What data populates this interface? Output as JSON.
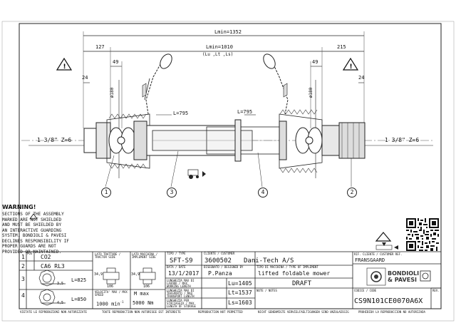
{
  "drawing": {
    "dims": {
      "overall": "Lmin=1352",
      "inner": "Lmin=1010",
      "inner_sub": "(Lu ,Lt ,Ls)",
      "left_end": "127",
      "right_end": "215",
      "left_49": "49",
      "right_49": "49",
      "left_24": "24",
      "right_24": "24",
      "left_tube": "L=795",
      "right_tube": "L=795",
      "left_180": "ø180",
      "right_180": "ø180",
      "left_spline": "1 3/8\" Z=6",
      "right_spline": "1 3/8\" Z=6"
    },
    "balloons": [
      "1",
      "3",
      "4",
      "2"
    ]
  },
  "warning": {
    "title": "WARNING!",
    "lines": [
      "SECTIONS OF THE ASSEMBLY",
      "MARKED    ARE NOT SHIELDED",
      "AND MUST BE SHIELDED BY",
      "AN INTERACTIVE GUARDING",
      "SYSTEM. BONDIOLI & PAVESI",
      "DECLINES RESPONSIBILITY IF",
      "PROPER GUARDS ARE NOT",
      "PROVIDED OR MAINTAINED."
    ]
  },
  "parts": {
    "pos_header": "POS",
    "code_header": "CODICE / CODE",
    "rows": [
      {
        "num": "1",
        "code": "CO2",
        "extra": ""
      },
      {
        "num": "2",
        "code": "CA6 RL3",
        "extra": ""
      },
      {
        "num": "3",
        "code": "",
        "extra": "L=825"
      },
      {
        "num": "4",
        "code": "",
        "extra": "L=850"
      }
    ],
    "dim_a": "3,5",
    "dim_b": "4,5"
  },
  "titleblock": {
    "lato_trattore_label": "LATO TRATTORE / TRACTOR SIDE",
    "lato_macchina_label": "LATO MACCHINA / IMPLEMENT SIDE",
    "w1": "34,9",
    "w2": "106",
    "w3": "34,9",
    "w4": "106",
    "speed_label": "VELOCITA' MAX / MAX SPEED",
    "speed_value": "1000 min",
    "speed_sup": "-1",
    "torque_label": "M max",
    "torque_value": "5000 Nm",
    "tipo_label": "TIPO / TYPE",
    "tipo_value": "SFT-S9",
    "cliente_label": "CLIENTE / CUSTOMER",
    "cliente_code": "3600502",
    "cliente_name": "Dani-Tech A/S",
    "data_label": "DATA / DATE",
    "data_value": "13/1/2017",
    "disegnato_label": "DISEGNATO / DESIGNED BY",
    "disegnato_value": "P.Panza",
    "macchina_label": "TIPO DI MACCHINA / TYPE OF IMPLEMENT",
    "macchina_value": "lifted foldable mower",
    "lavoro_label": "LUNGHEZZA MAX DI LAVORO / MAX WORKING LENGTH",
    "lavoro_value": "Lu=1405",
    "trasporto_label": "LUNGHEZZA MAX DI TRASPORTO / MAX TRANSPORT LENGTH",
    "trasporto_value": "Lt=1537",
    "stoccaggio_label": "LUNGHEZZA PER STOCCAGGIO / MAX LENGTH OF STORAGE",
    "stoccaggio_value": "Ls=1603",
    "note_label": "NOTE / NOTES",
    "draft": "DRAFT",
    "rif_label": "RIF. CLIENTE / CUSTOMER REF.",
    "rif_value": "FRANSGAARD",
    "logo": "BONDIOLI & PAVESI",
    "codice_label": "CODICE / CODE",
    "rev_label": "REV.",
    "codice_value": "CS9N101CE0070A6X"
  },
  "footer": [
    "VIETATE LE RIPRODUZIONI NON AUTORIZZATE",
    "TOUTE REPRODUCTION NON AUTORISEE EST INTERDITE",
    "REPRODUCTION NOT PERMITTED",
    "NICHT GENEHMIGTE VERVIELFAELTIGUNGEN SIND UNZULAESSIG",
    "PROHIBIDA LA REPRODUCCION NO AUTORIZADA"
  ]
}
